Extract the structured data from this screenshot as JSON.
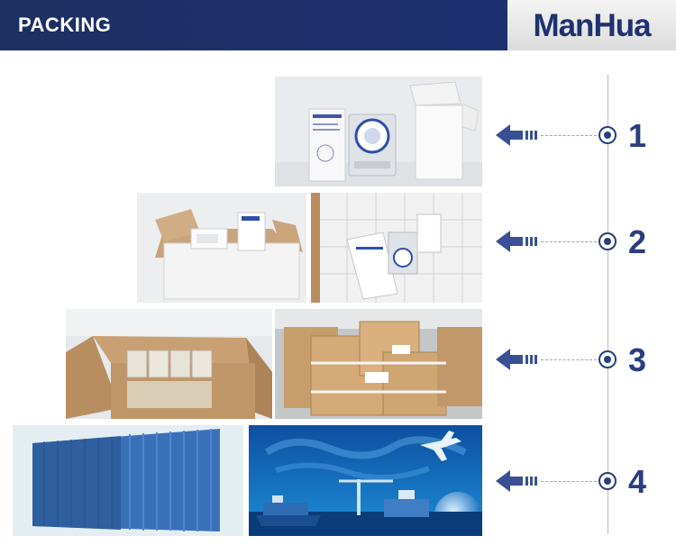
{
  "header": {
    "title": "PACKING",
    "logo": "ManHua"
  },
  "steps": [
    {
      "number": "1"
    },
    {
      "number": "2"
    },
    {
      "number": "3"
    },
    {
      "number": "4"
    }
  ],
  "colors": {
    "brand": "#1f3170",
    "header_bg": "#1d3070",
    "accent": "#2a3d7e"
  }
}
